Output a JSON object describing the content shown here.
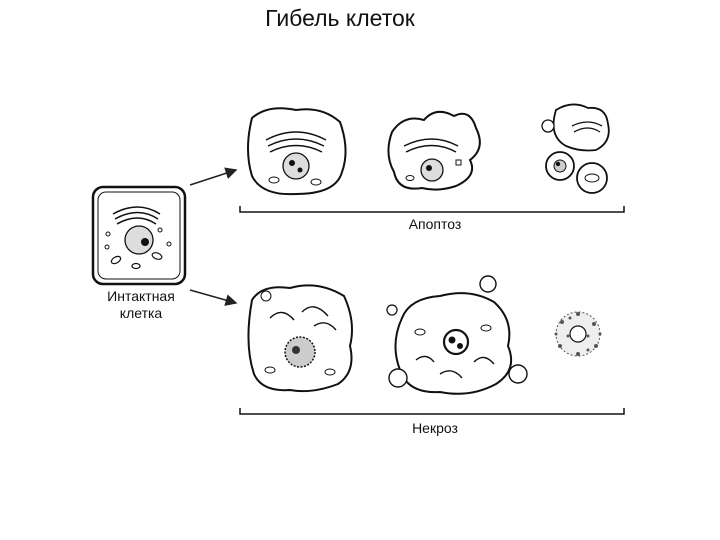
{
  "title": "Гибель клеток",
  "labels": {
    "intact_line1": "Интактная",
    "intact_line2": "клетка",
    "apoptosis": "Апоптоз",
    "necrosis": "Некроз"
  }
}
